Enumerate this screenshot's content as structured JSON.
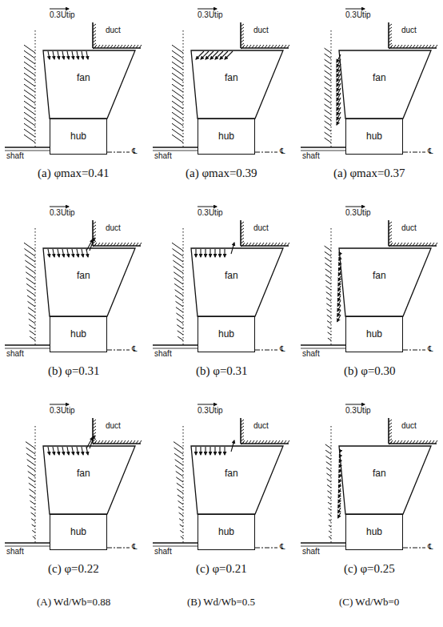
{
  "diagram": {
    "nodes": [
      {
        "text": [
          "fan"
        ]
      },
      {
        "text": [
          "hub"
        ]
      },
      {
        "text": [
          "fan"
        ]
      },
      {
        "text": [
          "hub"
        ]
      },
      {
        "text": [
          "fan"
        ]
      },
      {
        "text": [
          "hub"
        ]
      },
      {
        "text": [
          "fan"
        ]
      },
      {
        "text": [
          "hub"
        ]
      },
      {
        "text": [
          "fan"
        ]
      },
      {
        "text": [
          "hub"
        ]
      },
      {
        "text": [
          "fan"
        ]
      },
      {
        "text": [
          "hub"
        ]
      },
      {
        "text": [
          "fan"
        ]
      },
      {
        "text": [
          "hub"
        ]
      },
      {
        "text": [
          "fan"
        ]
      },
      {
        "text": [
          "hub"
        ]
      },
      {
        "text": [
          "fan"
        ]
      },
      {
        "text": [
          "hub"
        ]
      }
    ],
    "labels": [
      "0.3Utip",
      "duct",
      "shaft",
      "℄",
      "0.3Utip",
      "duct",
      "shaft",
      "℄",
      "0.3Utip",
      "duct",
      "shaft",
      "℄",
      "0.3Utip",
      "duct",
      "shaft",
      "℄",
      "0.3Utip",
      "duct",
      "shaft",
      "℄",
      "0.3Utip",
      "duct",
      "shaft",
      "℄",
      "0.3Utip",
      "duct",
      "shaft",
      "℄",
      "0.3Utip",
      "duct",
      "shaft",
      "℄",
      "0.3Utip",
      "duct",
      "shaft",
      "℄",
      "(a) φmax=0.41",
      "(a) φmax=0.39",
      "(a) φmax=0.37",
      "(b) φ=0.31",
      "(b) φ=0.31",
      "(b) φ=0.30",
      "(c) φ=0.22",
      "(c) φ=0.21",
      "(c) φ=0.25",
      "(A) Wd/Wb=0.88",
      "(B) Wd/Wb=0.5",
      "(C) Wd/Wb=0"
    ]
  }
}
